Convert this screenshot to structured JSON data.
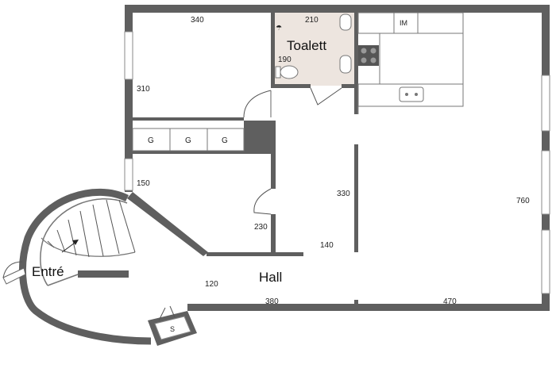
{
  "rooms": {
    "toilet": "Toalett",
    "entrance": "Entré",
    "hall": "Hall"
  },
  "dimensions": {
    "top_left_width": "340",
    "toilet_width": "210",
    "toilet_depth": "190",
    "left_room_depth": "310",
    "lower_left_depth": "150",
    "closet_width": "230",
    "center_wall": "330",
    "hall_depth": "140",
    "right_depth": "760",
    "entry_width": "120",
    "hall_width": "380",
    "right_width": "470"
  },
  "closet_labels": [
    "G",
    "G",
    "G"
  ],
  "appliance_labels": {
    "dishwasher": "IM",
    "storage": "S"
  },
  "colors": {
    "wall": "#5f5f5f",
    "toilet_floor": "#ede5df",
    "window": "#c8c8c8"
  }
}
